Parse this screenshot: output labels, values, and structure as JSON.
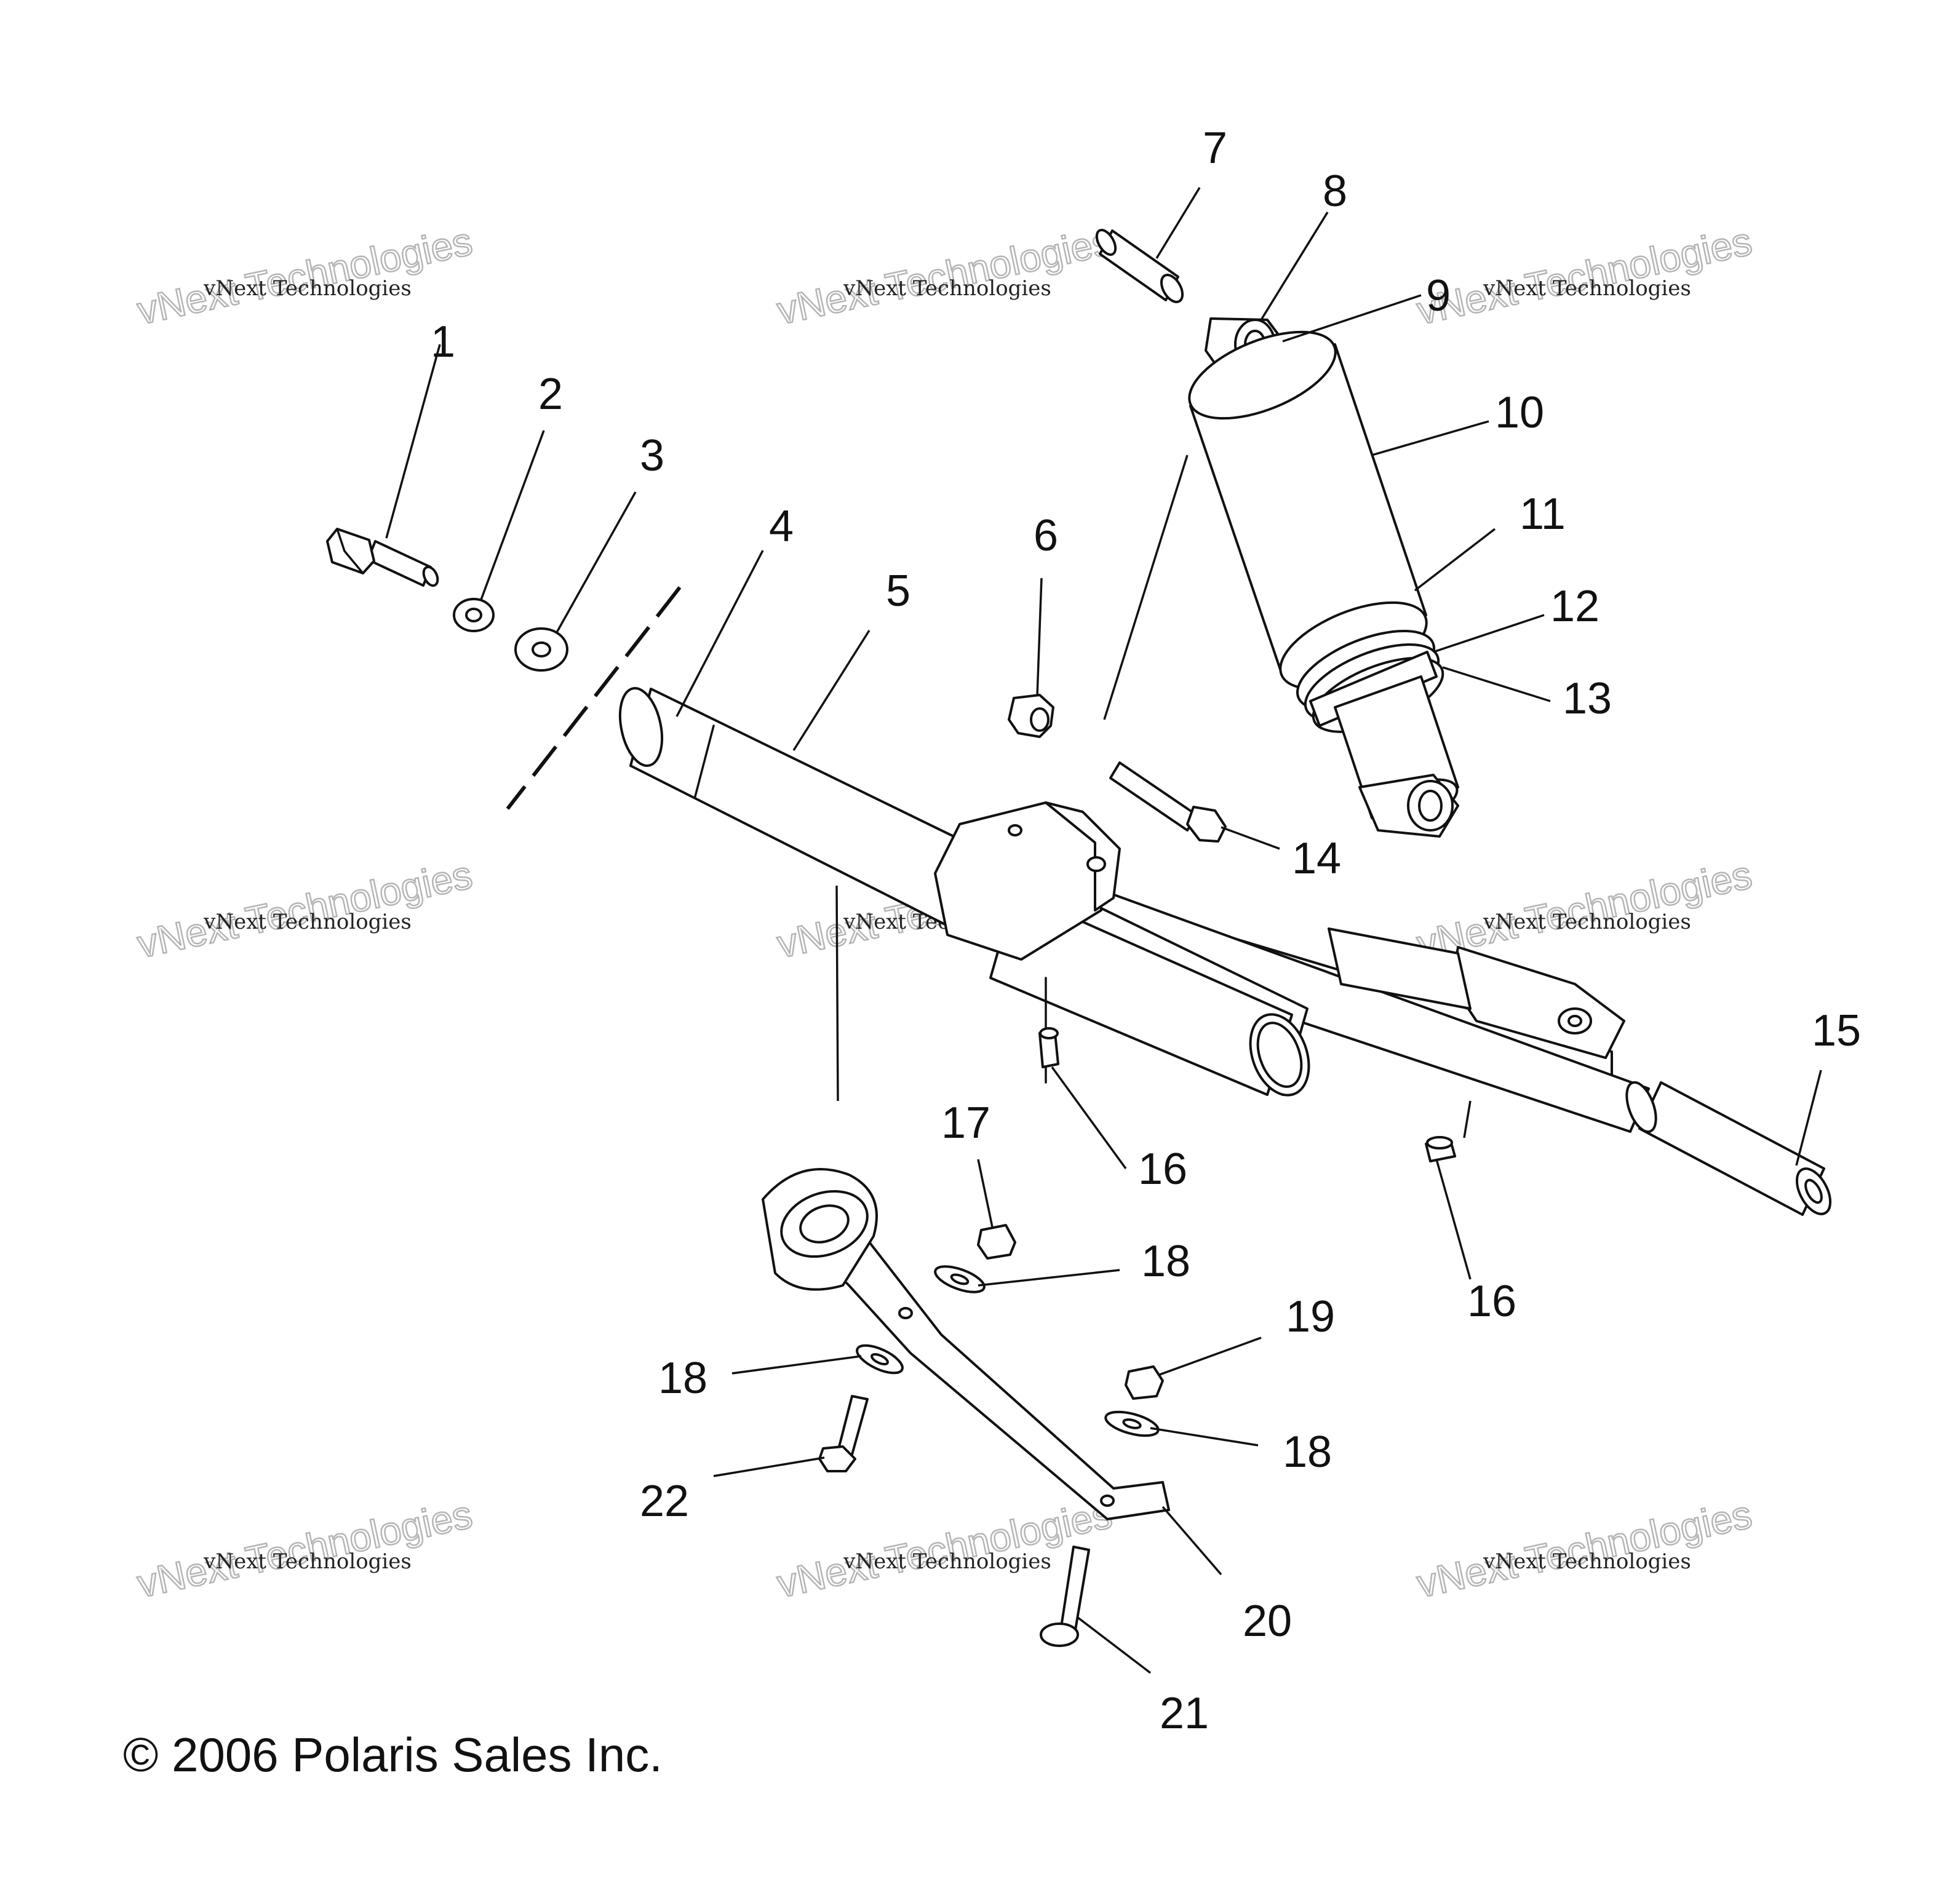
{
  "copyright": "© 2006 Polaris Sales Inc.",
  "watermark": {
    "line1": "vNext Technologies",
    "line2": "vNext Technologies"
  },
  "callouts": [
    {
      "id": "c1",
      "text": "1"
    },
    {
      "id": "c2",
      "text": "2"
    },
    {
      "id": "c3",
      "text": "3"
    },
    {
      "id": "c4",
      "text": "4"
    },
    {
      "id": "c5",
      "text": "5"
    },
    {
      "id": "c6",
      "text": "6"
    },
    {
      "id": "c7",
      "text": "7"
    },
    {
      "id": "c8",
      "text": "8"
    },
    {
      "id": "c9",
      "text": "9"
    },
    {
      "id": "c10",
      "text": "10"
    },
    {
      "id": "c11",
      "text": "11"
    },
    {
      "id": "c12",
      "text": "12"
    },
    {
      "id": "c13",
      "text": "13"
    },
    {
      "id": "c14",
      "text": "14"
    },
    {
      "id": "c15",
      "text": "15"
    },
    {
      "id": "c16a",
      "text": "16"
    },
    {
      "id": "c16b",
      "text": "16"
    },
    {
      "id": "c17",
      "text": "17"
    },
    {
      "id": "c18a",
      "text": "18"
    },
    {
      "id": "c18b",
      "text": "18"
    },
    {
      "id": "c18c",
      "text": "18"
    },
    {
      "id": "c19",
      "text": "19"
    },
    {
      "id": "c20",
      "text": "20"
    },
    {
      "id": "c21",
      "text": "21"
    },
    {
      "id": "c22",
      "text": "22"
    }
  ]
}
